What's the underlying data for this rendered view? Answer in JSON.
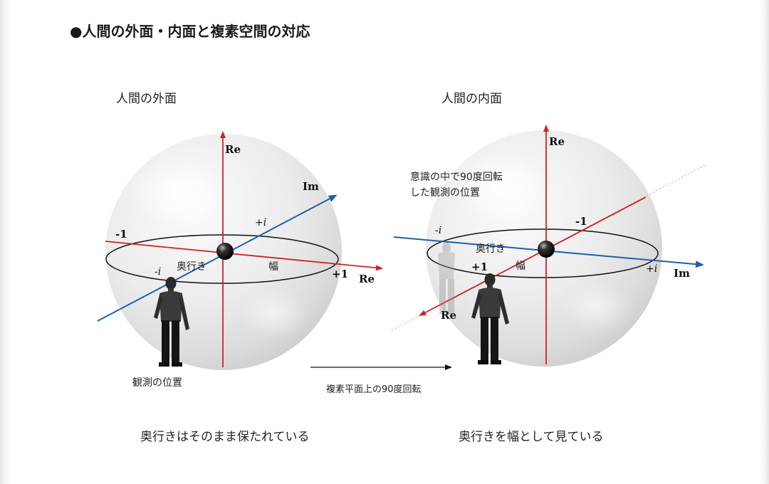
{
  "title": "●人間の外面・内面と複素空間の対応",
  "left": {
    "subtitle": "人間の外面",
    "axis_re_top": "Re",
    "axis_im": "Im",
    "axis_re_right": "Re",
    "minus_one": "-1",
    "plus_one": "+1",
    "plus_i": "+i",
    "minus_i": "-i",
    "depth_label": "奥行き",
    "width_label": "幅",
    "observer_label": "観測の位置",
    "caption": "奥行きはそのまま保たれている"
  },
  "right": {
    "subtitle": "人間の内面",
    "axis_re_top": "Re",
    "axis_im": "Im",
    "axis_re_bottom": "Re",
    "minus_one": "-1",
    "plus_one": "+1",
    "plus_i": "+i",
    "minus_i": "-i",
    "depth_label": "奥行き",
    "width_label": "幅",
    "observer_note": "意識の中で90度回転した観測の位置",
    "caption": "奥行きを幅として見ている"
  },
  "transition_label": "複素平面上の90度回転",
  "colors": {
    "real_axis": "#d42020",
    "imag_axis": "#1f5fae",
    "sphere_fill": "#e4e4e4",
    "ellipse": "#111111"
  }
}
